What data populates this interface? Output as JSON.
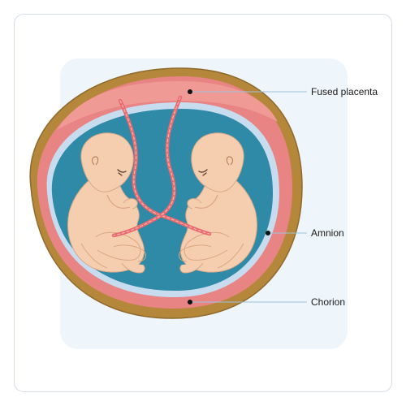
{
  "labels": {
    "fused_placenta": "Fused placenta",
    "amnion": "Amnion",
    "chorion": "Chorion"
  },
  "colors": {
    "outer_shell": "#b5873a",
    "chorion_layer": "#e88484",
    "amnion_layer": "#c8dcef",
    "amniotic_fluid": "#2e8aa6",
    "skin": "#f5ceb0",
    "umbilical_cord": "#e86a6f",
    "leader_line": "#9fc3d9"
  }
}
